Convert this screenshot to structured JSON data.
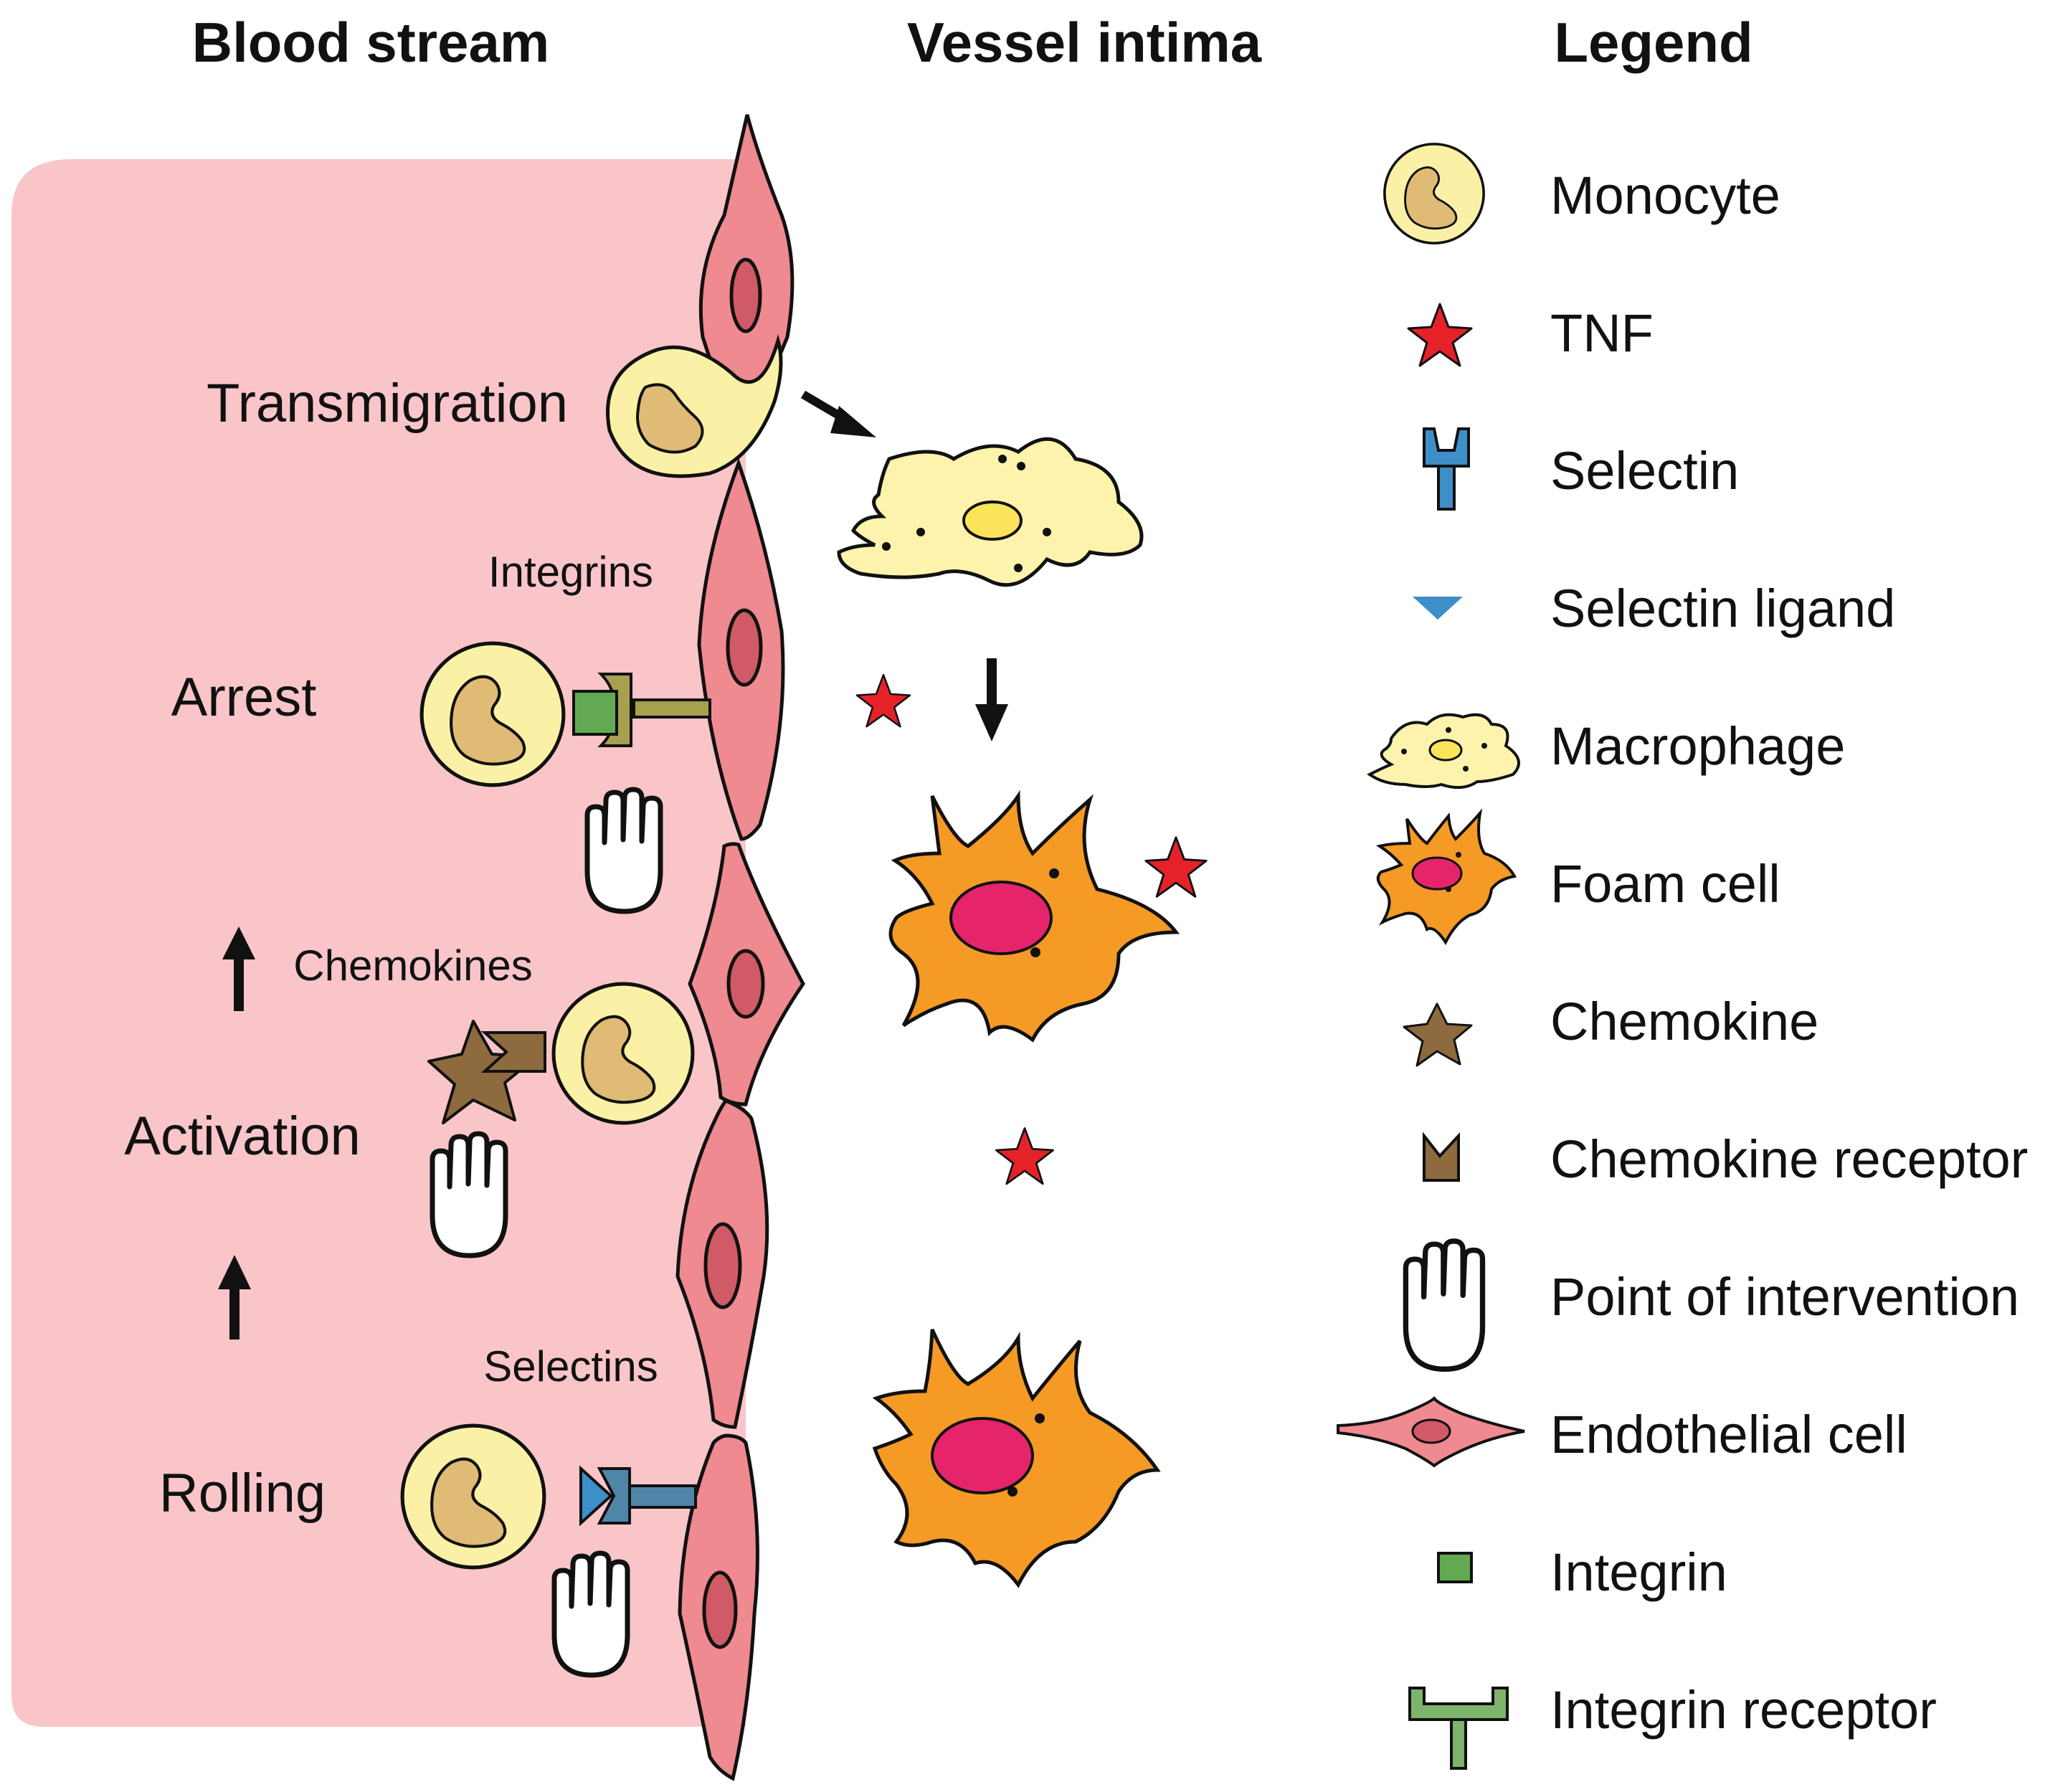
{
  "headers": {
    "blood_stream": "Blood stream",
    "vessel_intima": "Vessel intima",
    "legend": "Legend"
  },
  "stages": {
    "transmigration": "Transmigration",
    "arrest": "Arrest",
    "activation": "Activation",
    "rolling": "Rolling"
  },
  "labels": {
    "integrins": "Integrins",
    "chemokines": "Chemokines",
    "selectins": "Selectins"
  },
  "legend": {
    "items": [
      {
        "label": "Monocyte",
        "icon": "monocyte-icon"
      },
      {
        "label": "TNF",
        "icon": "tnf-star-icon"
      },
      {
        "label": "Selectin",
        "icon": "selectin-icon"
      },
      {
        "label": "Selectin ligand",
        "icon": "selectin-ligand-icon"
      },
      {
        "label": "Macrophage",
        "icon": "macrophage-icon"
      },
      {
        "label": "Foam cell",
        "icon": "foam-cell-icon"
      },
      {
        "label": "Chemokine",
        "icon": "chemokine-icon"
      },
      {
        "label": "Chemokine receptor",
        "icon": "chemokine-receptor-icon"
      },
      {
        "label": "Point of intervention",
        "icon": "hand-icon"
      },
      {
        "label": "Endothelial cell",
        "icon": "endothelial-cell-icon"
      },
      {
        "label": "Integrin",
        "icon": "integrin-icon"
      },
      {
        "label": "Integrin receptor",
        "icon": "integrin-receptor-icon"
      }
    ]
  },
  "colors": {
    "blood_bg": "#f9c5c9",
    "endothelial_fill": "#ee8a90",
    "endothelial_nucleus": "#d05a66",
    "monocyte_fill": "#fbf1a6",
    "monocyte_nucleus": "#e0bb76",
    "macrophage_fill": "#fdf3ad",
    "macrophage_nucleus": "#fbe45a",
    "foam_fill": "#f59a25",
    "foam_nucleus": "#e6246a",
    "tnf_red": "#e62229",
    "chemokine_brown": "#8d6b3e",
    "selectin_blue": "#3d8ec9",
    "selectin_steel": "#4f86a8",
    "integrin_green": "#63a951",
    "integrin_receptor_green": "#7db36b",
    "integrin_receptor_olive": "#a8a04e",
    "outline": "#111111"
  }
}
